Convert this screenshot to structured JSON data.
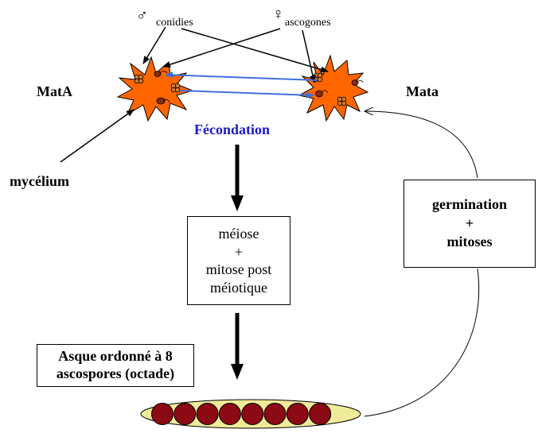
{
  "labels": {
    "male_symbol": "♂",
    "conidies": "conidies",
    "female_symbol": "♀",
    "ascogones": "ascogones",
    "mata_left": "MatA",
    "mata_right": "Mata",
    "fecondation": "Fécondation",
    "mycelium": "mycélium"
  },
  "meiosis_box": {
    "lines": [
      "méiose",
      "+",
      "mitose post",
      "méiotique"
    ]
  },
  "germination_box": {
    "lines": [
      "germination",
      "+",
      "mitoses"
    ]
  },
  "ascus_box": {
    "lines": [
      "Asque ordonné à 8",
      "ascospores (octade)"
    ]
  },
  "ascus": {
    "spore_count": 8
  },
  "colors": {
    "star_fill": "#ff6600",
    "fecondation_text": "#1a1acc",
    "fertilization_arrows": "#3f6fe0",
    "ascus_fill": "#f0eb99",
    "spore_fill": "#8b0a14"
  }
}
